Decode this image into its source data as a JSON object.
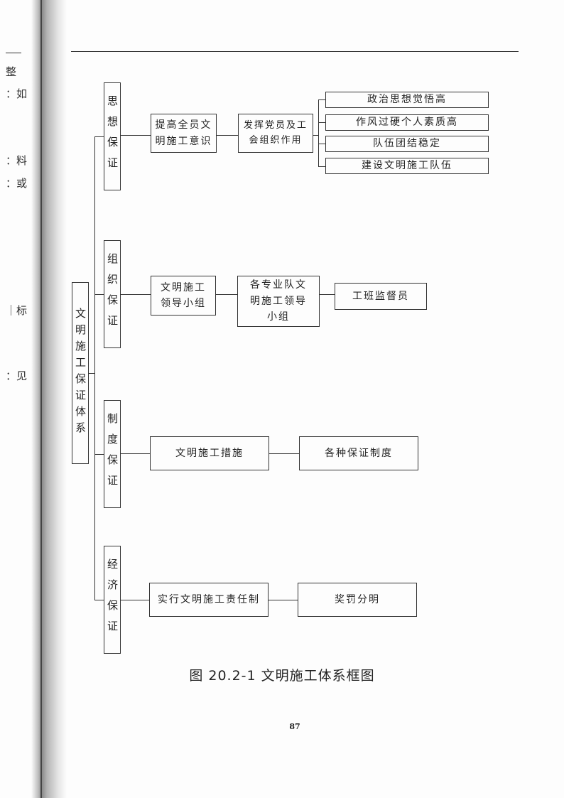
{
  "margin_fragments": [
    "整",
    "：如",
    "：料",
    "：或",
    "｜标",
    "：见"
  ],
  "diagram": {
    "root": "文明施工保证体系",
    "categories": [
      {
        "label": "思想保证",
        "chain": [
          "提高全员文明施工意识",
          "发挥党员及工会组织作用"
        ],
        "leaves": [
          "政治思想觉悟高",
          "作风过硬个人素质高",
          "队伍团结稳定",
          "建设文明施工队伍"
        ]
      },
      {
        "label": "组织保证",
        "chain": [
          "文明施工领导小组",
          "各专业队文明施工领导小组",
          "工班监督员"
        ]
      },
      {
        "label": "制度保证",
        "chain": [
          "文明施工措施",
          "各种保证制度"
        ]
      },
      {
        "label": "经济保证",
        "chain": [
          "实行文明施工责任制",
          "奖罚分明"
        ]
      }
    ]
  },
  "caption": "图 20.2-1  文明施工体系框图",
  "page_number": "87"
}
